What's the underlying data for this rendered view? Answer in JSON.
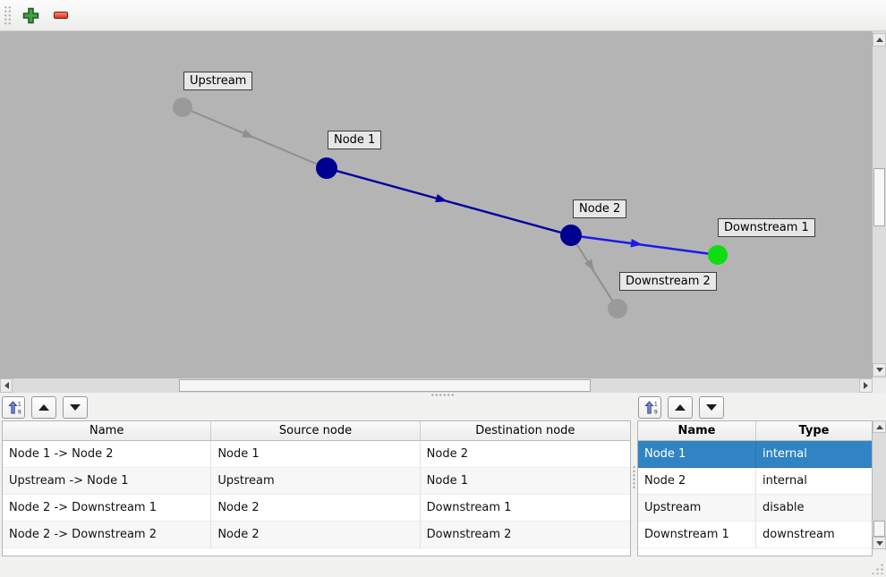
{
  "toolbar": {
    "icons": {
      "add": "plus",
      "remove": "minus"
    }
  },
  "graph": {
    "canvas_bg": "#b4b4b4",
    "nodes": [
      {
        "label": "Upstream",
        "color": "#9a9a9a"
      },
      {
        "label": "Node 1",
        "color": "#000090"
      },
      {
        "label": "Node 2",
        "color": "#000090"
      },
      {
        "label": "Downstream 1",
        "color": "#0ddd11"
      },
      {
        "label": "Downstream 2",
        "color": "#9a9a9a"
      }
    ],
    "edges": [
      {
        "name": "Upstream -> Node 1",
        "color": "#8f8f8f"
      },
      {
        "name": "Node 1 -> Node 2",
        "color": "#0000a2"
      },
      {
        "name": "Node 2 -> Downstream 1",
        "color": "#1b1be8"
      },
      {
        "name": "Node 2 -> Downstream 2",
        "color": "#8f8f8f"
      }
    ]
  },
  "panel_toolbar": {
    "sort_icon": "sort-ascending-1-9",
    "sort_top_digit": "1",
    "sort_bottom_digit": "9",
    "move_up_icon": "triangle-up",
    "move_down_icon": "triangle-down"
  },
  "edges_table": {
    "headers": [
      "Name",
      "Source node",
      "Destination node"
    ],
    "rows": [
      {
        "name": "Node 1 -> Node 2",
        "source": "Node 1",
        "destination": "Node 2"
      },
      {
        "name": "Upstream -> Node 1",
        "source": "Upstream",
        "destination": "Node 1"
      },
      {
        "name": "Node 2 -> Downstream 1",
        "source": "Node 2",
        "destination": "Downstream 1"
      },
      {
        "name": "Node 2 -> Downstream 2",
        "source": "Node 2",
        "destination": "Downstream 2"
      }
    ]
  },
  "nodes_table": {
    "headers": [
      "Name",
      "Type"
    ],
    "rows": [
      {
        "name": "Node 1",
        "type": "internal",
        "selected": true
      },
      {
        "name": "Node 2",
        "type": "internal",
        "selected": false
      },
      {
        "name": "Upstream",
        "type": "disable",
        "selected": false
      },
      {
        "name": "Downstream 1",
        "type": "downstream",
        "selected": false
      }
    ]
  },
  "colors": {
    "selection_bg": "#3184c4",
    "selection_text": "#ffffff"
  }
}
